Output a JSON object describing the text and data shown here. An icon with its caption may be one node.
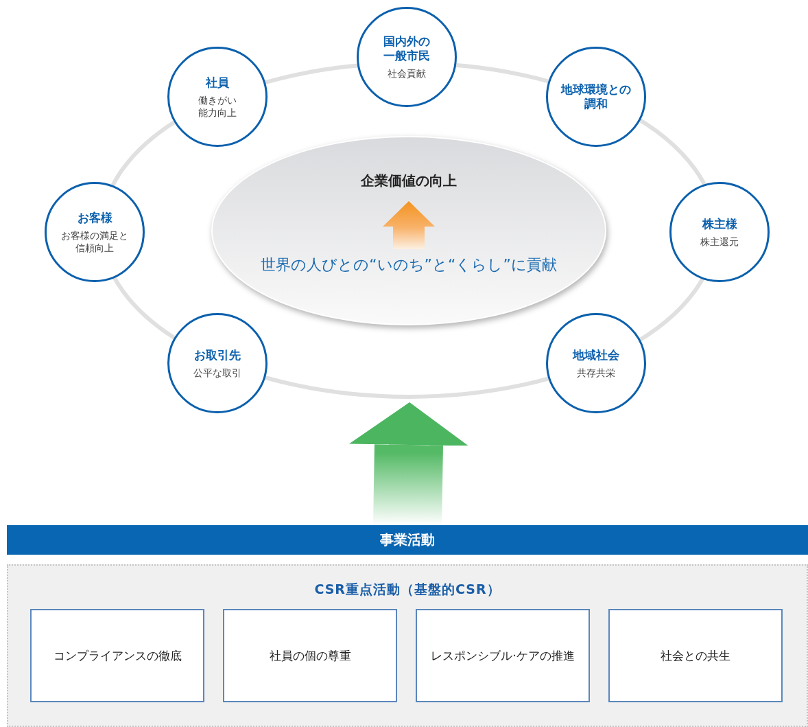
{
  "diagram": {
    "nodes": [
      {
        "text": [],
        "shape": "ellipse"
      },
      {
        "text": [
          "企業価値の向上",
          "世界の人びとの“いのち”と“くらし”に貢献"
        ],
        "in": 0
      },
      {
        "text": [
          "国内外の一般市民",
          "社会貢献"
        ]
      },
      {
        "text": [
          "社員",
          "働きがい能力向上"
        ]
      },
      {
        "text": [
          "地球環境との調和"
        ]
      },
      {
        "text": [
          "お客様",
          "お客様の満足と信頼向上"
        ]
      },
      {
        "text": [
          "株主様",
          "株主還元"
        ]
      },
      {
        "text": [
          "お取引先",
          "公平な取引"
        ]
      },
      {
        "text": [
          "地域社会",
          "共存共栄"
        ]
      },
      {
        "text": [
          "事業活動"
        ]
      },
      {
        "text": [
          "CSR重点活動（基盤的CSR）"
        ]
      },
      {
        "text": [
          "コンプライアンスの徹底"
        ],
        "in": 10
      },
      {
        "text": [
          "社員の個の尊重"
        ],
        "in": 10
      },
      {
        "text": [
          "レスポンシブル·ケアの推進"
        ],
        "in": 10
      },
      {
        "text": [
          "社会との共生"
        ],
        "in": 10
      }
    ],
    "edges": [
      {
        "from": 9,
        "to": 0,
        "arrow": "to"
      }
    ]
  }
}
